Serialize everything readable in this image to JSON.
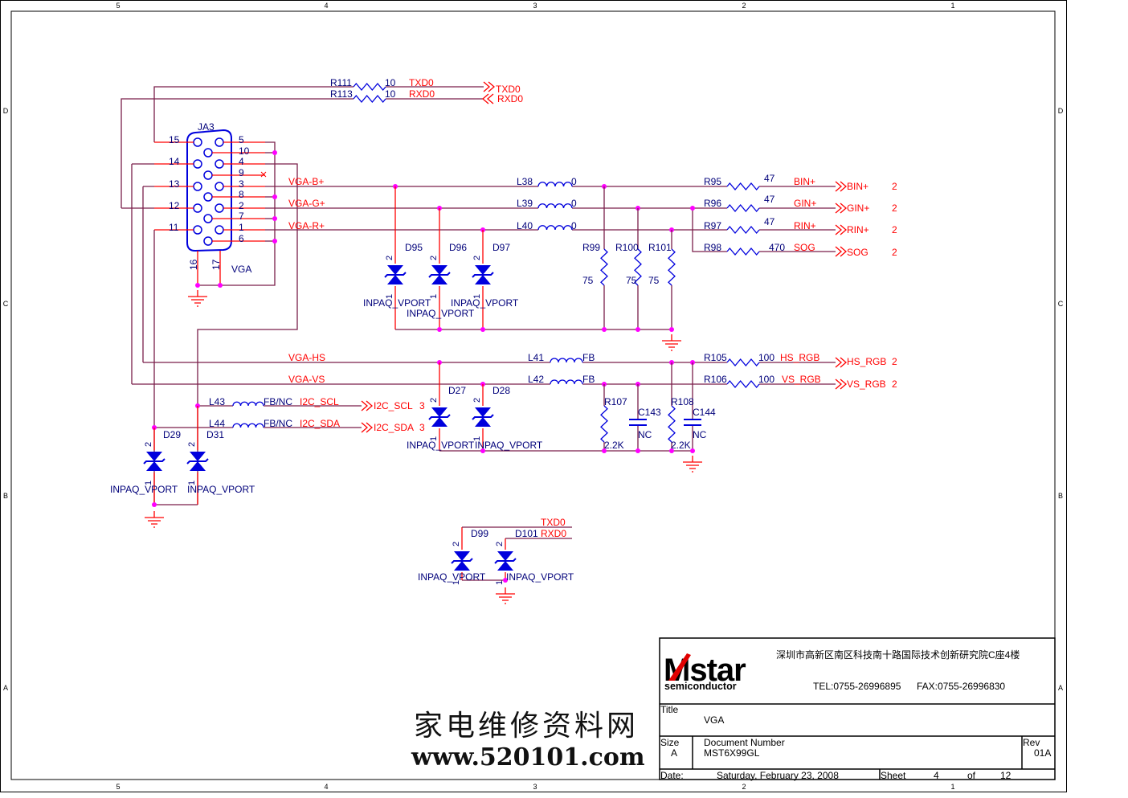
{
  "frame": {
    "cols": [
      "5",
      "4",
      "3",
      "2",
      "1"
    ],
    "rows": [
      "D",
      "C",
      "B",
      "A"
    ]
  },
  "colors": {
    "wire": "#7a1f4a",
    "pin": "#ff0000",
    "part": "#0000dd",
    "junction": "#ff00ff",
    "text": "#00007a"
  },
  "connector": {
    "ref": "JA3",
    "value": "VGA",
    "left_pins": [
      "15",
      "14",
      "13",
      "12",
      "11"
    ],
    "right_pins": [
      "5",
      "10",
      "4",
      "9",
      "3",
      "8",
      "2",
      "7",
      "1",
      "6"
    ],
    "bottom_pins": [
      "16",
      "17"
    ]
  },
  "uart": {
    "r111": "R111",
    "r113": "R113",
    "r111_val": "10",
    "r113_val": "10",
    "txd": "TXD0",
    "rxd": "RXD0",
    "port_txd": "TXD0",
    "port_rxd": "RXD0"
  },
  "rgb": {
    "net_b": "VGA-B+",
    "net_g": "VGA-G+",
    "net_r": "VGA-R+",
    "l38": "L38",
    "l39": "L39",
    "l40": "L40",
    "l_val": "0",
    "r95": "R95",
    "r96": "R96",
    "r97": "R97",
    "r98": "R98",
    "r95_val": "47",
    "r96_val": "47",
    "r97_val": "47",
    "r98_val": "470",
    "bin": "BIN+",
    "gin": "GIN+",
    "rin": "RIN+",
    "sog": "SOG",
    "port_bin": "BIN+",
    "port_gin": "GIN+",
    "port_rin": "RIN+",
    "port_sog": "SOG",
    "sheet_ref": "2",
    "r99": "R99",
    "r100": "R100",
    "r101": "R101",
    "r_term": "75",
    "d95": "D95",
    "d96": "D96",
    "d97": "D97",
    "diode_val": "INPAQ_VPORT"
  },
  "sync": {
    "net_hs": "VGA-HS",
    "net_vs": "VGA-VS",
    "l41": "L41",
    "l42": "L42",
    "l_val": "FB",
    "r105": "R105",
    "r106": "R106",
    "r_val": "100",
    "hs": "HS_RGB",
    "vs": "VS_RGB",
    "port_hs": "HS_RGB",
    "port_vs": "VS_RGB",
    "sheet_ref": "2",
    "r107": "R107",
    "r108": "R108",
    "r_pull": "2.2K",
    "c143": "C143",
    "c144": "C144",
    "c_val": "NC",
    "d27": "D27",
    "d28": "D28"
  },
  "i2c": {
    "l43": "L43",
    "l44": "L44",
    "l_val": "FB/NC",
    "scl": "I2C_SCL",
    "sda": "I2C_SDA",
    "port_scl": "I2C_SCL",
    "port_sda": "I2C_SDA",
    "sheet_ref": "3",
    "d29": "D29",
    "d31": "D31"
  },
  "esd_uart": {
    "d99": "D99",
    "d101": "D101",
    "txd": "TXD0",
    "rxd": "RXD0"
  },
  "pin_nums": {
    "a": "2",
    "k": "1"
  },
  "title_block": {
    "logo": "Mstar",
    "logo_sub": "semiconductor",
    "address": "深圳市高新区南区科技南十路国际技术创新研究院C座4楼",
    "tel": "TEL:0755-26996895",
    "fax": "FAX:0755-26996830",
    "title_label": "Title",
    "title": "VGA",
    "size_label": "Size",
    "size": "A",
    "docnum_label": "Document Number",
    "docnum": "MST6X99GL",
    "rev_label": "Rev",
    "rev": "01A",
    "date_label": "Date:",
    "date": "Saturday, February 23, 2008",
    "sheet_label": "Sheet",
    "sheet": "4",
    "of_label": "of",
    "sheets": "12"
  },
  "watermark": {
    "cn": "家电维修资料网",
    "url": "www.520101.com"
  }
}
